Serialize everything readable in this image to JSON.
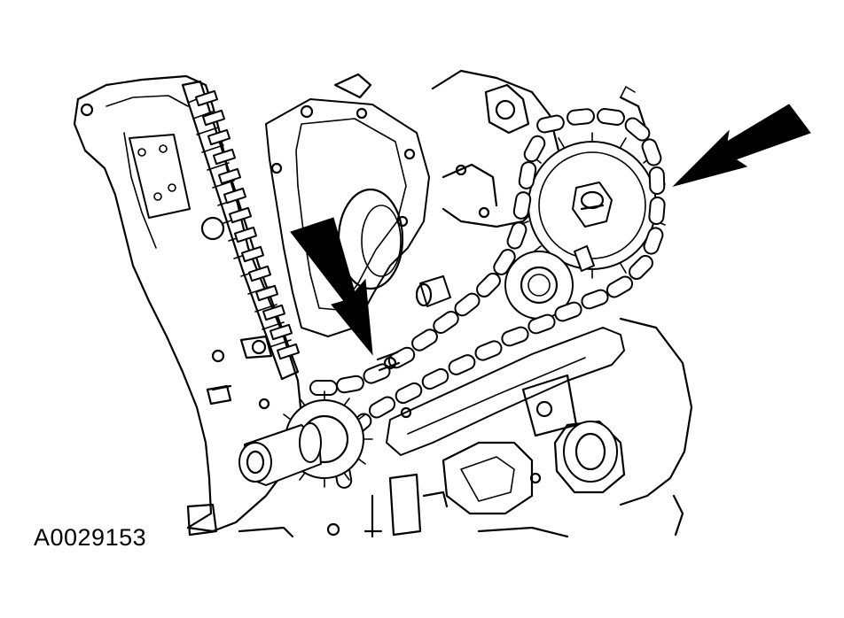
{
  "figure": {
    "id_label": "A0029153",
    "subject": "timing-chain-and-sprockets",
    "line_color": "#000000",
    "background_color": "#ffffff"
  },
  "callouts": [
    {
      "name": "arrow-to-tensioner-side-chain",
      "icon": "callout-arrow"
    },
    {
      "name": "arrow-to-camshaft-sprocket-chain",
      "icon": "callout-arrow"
    }
  ]
}
